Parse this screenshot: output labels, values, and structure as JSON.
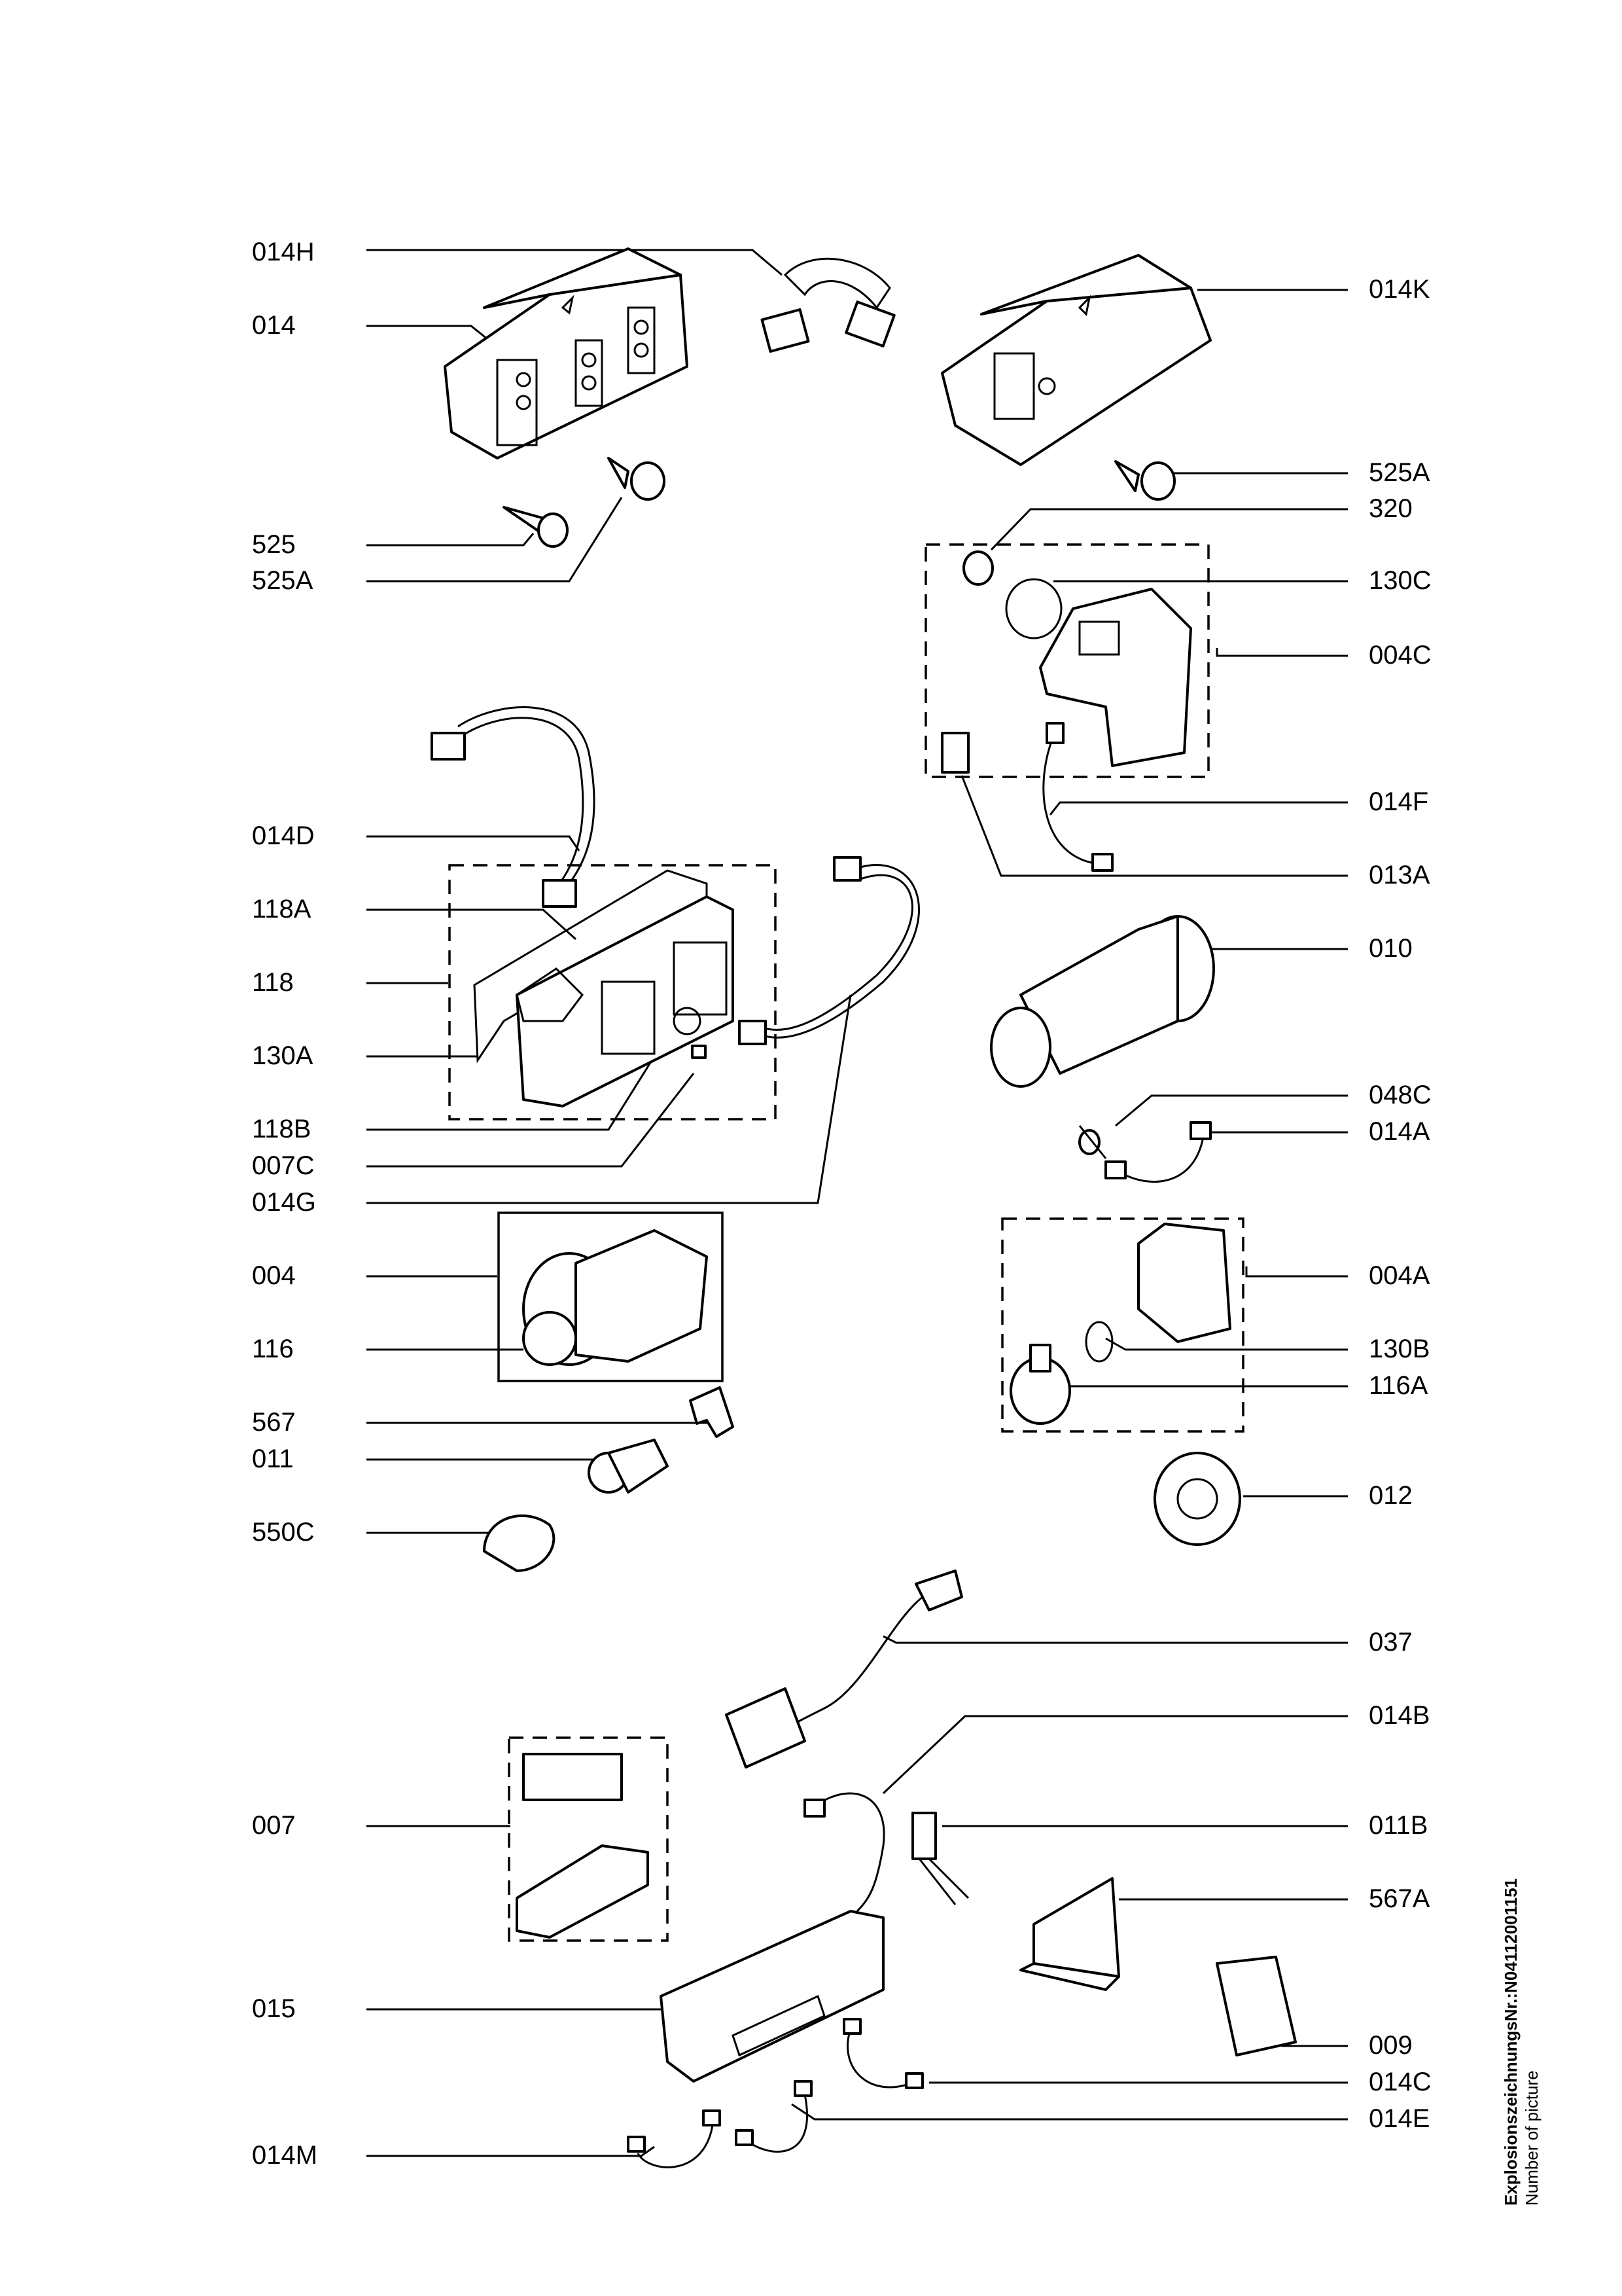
{
  "labels_left": [
    "014H",
    "014",
    "525",
    "525A",
    "014D",
    "118A",
    "118",
    "130A",
    "118B",
    "007C",
    "014G",
    "004",
    "116",
    "567",
    "011",
    "550C",
    "007",
    "015",
    "014M"
  ],
  "labels_right": [
    "014K",
    "525A",
    "320",
    "130C",
    "004C",
    "014F",
    "013A",
    "010",
    "048C",
    "014A",
    "004A",
    "130B",
    "116A",
    "012",
    "037",
    "014B",
    "011B",
    "567A",
    "009",
    "014C",
    "014E"
  ],
  "side_title": "ExplosionszeichnungsNr.:N04112001151",
  "side_subtitle": "Number of picture"
}
